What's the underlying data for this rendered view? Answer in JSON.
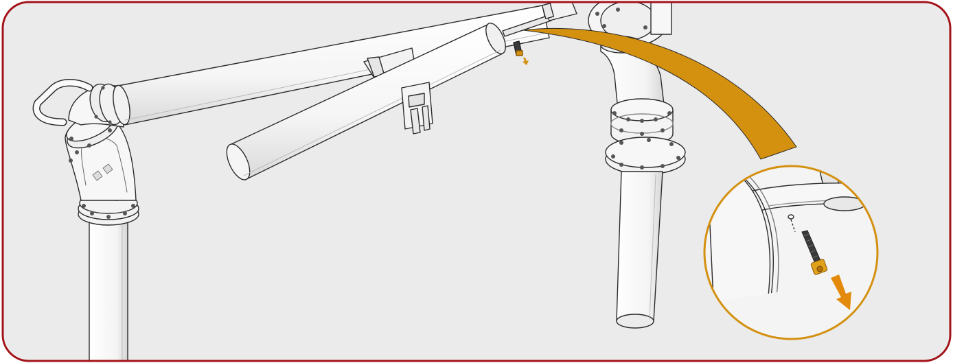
{
  "figure": {
    "type": "technical-assembly-illustration",
    "colors": {
      "border": "#a3141a",
      "background": "#ebebeb",
      "accent": "#d4900f",
      "accent_dark": "#b87408",
      "line": "#2b2b2b",
      "part_fill": "#f8f8f8",
      "bolt": "#3a3a3a"
    },
    "callout": {
      "shape": "magnifier-circle",
      "content": "screw-removal-detail"
    },
    "icons": [
      "removal-arrow-icon",
      "screw-icon"
    ]
  }
}
